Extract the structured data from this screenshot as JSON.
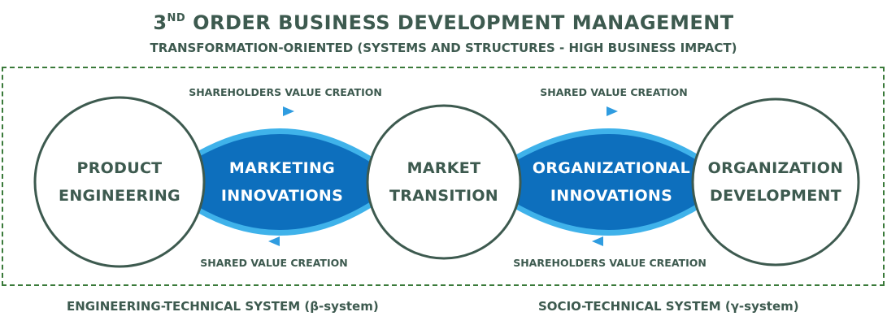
{
  "title": {
    "number": "3",
    "suffix": "ND",
    "rest": "ORDER BUSINESS DEVELOPMENT MANAGEMENT"
  },
  "subtitle": "TRANSFORMATION-ORIENTED (SYSTEMS AND STRUCTURES - HIGH BUSINESS IMPACT)",
  "nodes": {
    "product_engineering": {
      "line1": "PRODUCT",
      "line2": "ENGINEERING"
    },
    "market_transition": {
      "line1": "MARKET",
      "line2": "TRANSITION"
    },
    "organization_development": {
      "line1": "ORGANIZATION",
      "line2": "DEVELOPMENT"
    }
  },
  "lenses": {
    "marketing_innovations": {
      "line1": "MARKETING",
      "line2": "INNOVATIONS"
    },
    "organizational_innovations": {
      "line1": "ORGANIZATIONAL",
      "line2": "INNOVATIONS"
    }
  },
  "flows": {
    "left_top": "SHAREHOLDERS VALUE CREATION",
    "left_bottom": "SHARED VALUE CREATION",
    "right_top": "SHARED VALUE CREATION",
    "right_bottom": "SHAREHOLDERS VALUE CREATION"
  },
  "systems": {
    "left": "ENGINEERING-TECHNICAL SYSTEM (β-system)",
    "right": "SOCIO-TECHNICAL SYSTEM (γ-system)"
  },
  "colors": {
    "text": "#3d5a4f",
    "lens_fill": "#0d6fbd",
    "lens_border": "#3fb2ea",
    "frame": "#3a7a3a",
    "circle_stroke": "#3d5a4f"
  }
}
